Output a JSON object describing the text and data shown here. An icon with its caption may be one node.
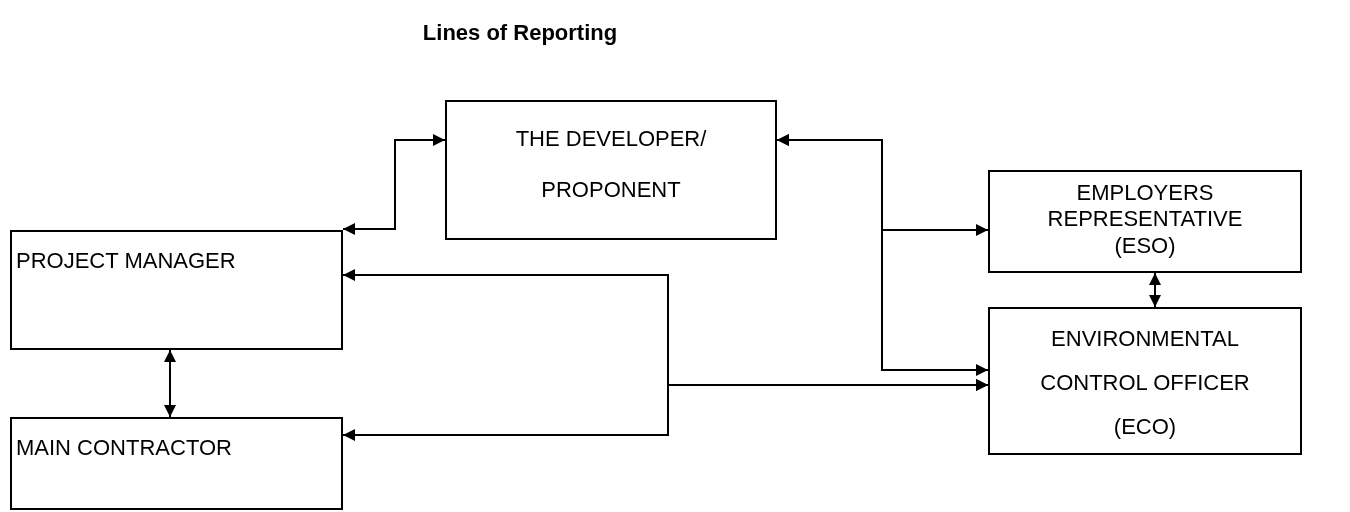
{
  "diagram": {
    "title": "Lines of Reporting",
    "nodes": [
      {
        "text": [
          "THE DEVELOPER/ PROPONENT"
        ]
      },
      {
        "text": [
          "EMPLOYERS REPRESENTATIVE (ESO)"
        ]
      },
      {
        "text": [
          "PROJECT MANAGER"
        ]
      },
      {
        "text": [
          "ENVIRONMENTAL CONTROL OFFICER (ECO)"
        ]
      },
      {
        "text": [
          "MAIN CONTRACTOR"
        ]
      }
    ],
    "edges": [
      {
        "from": 0,
        "to": 2,
        "arrow": "both"
      },
      {
        "from": 0,
        "to": 1,
        "arrow": "both"
      },
      {
        "from": 0,
        "to": 3,
        "arrow": "both"
      },
      {
        "from": 1,
        "to": 3,
        "arrow": "both"
      },
      {
        "from": 2,
        "to": 4,
        "arrow": "both"
      },
      {
        "from": 3,
        "to": 2,
        "arrow": "both"
      },
      {
        "from": 3,
        "to": 4,
        "arrow": "both"
      }
    ]
  }
}
